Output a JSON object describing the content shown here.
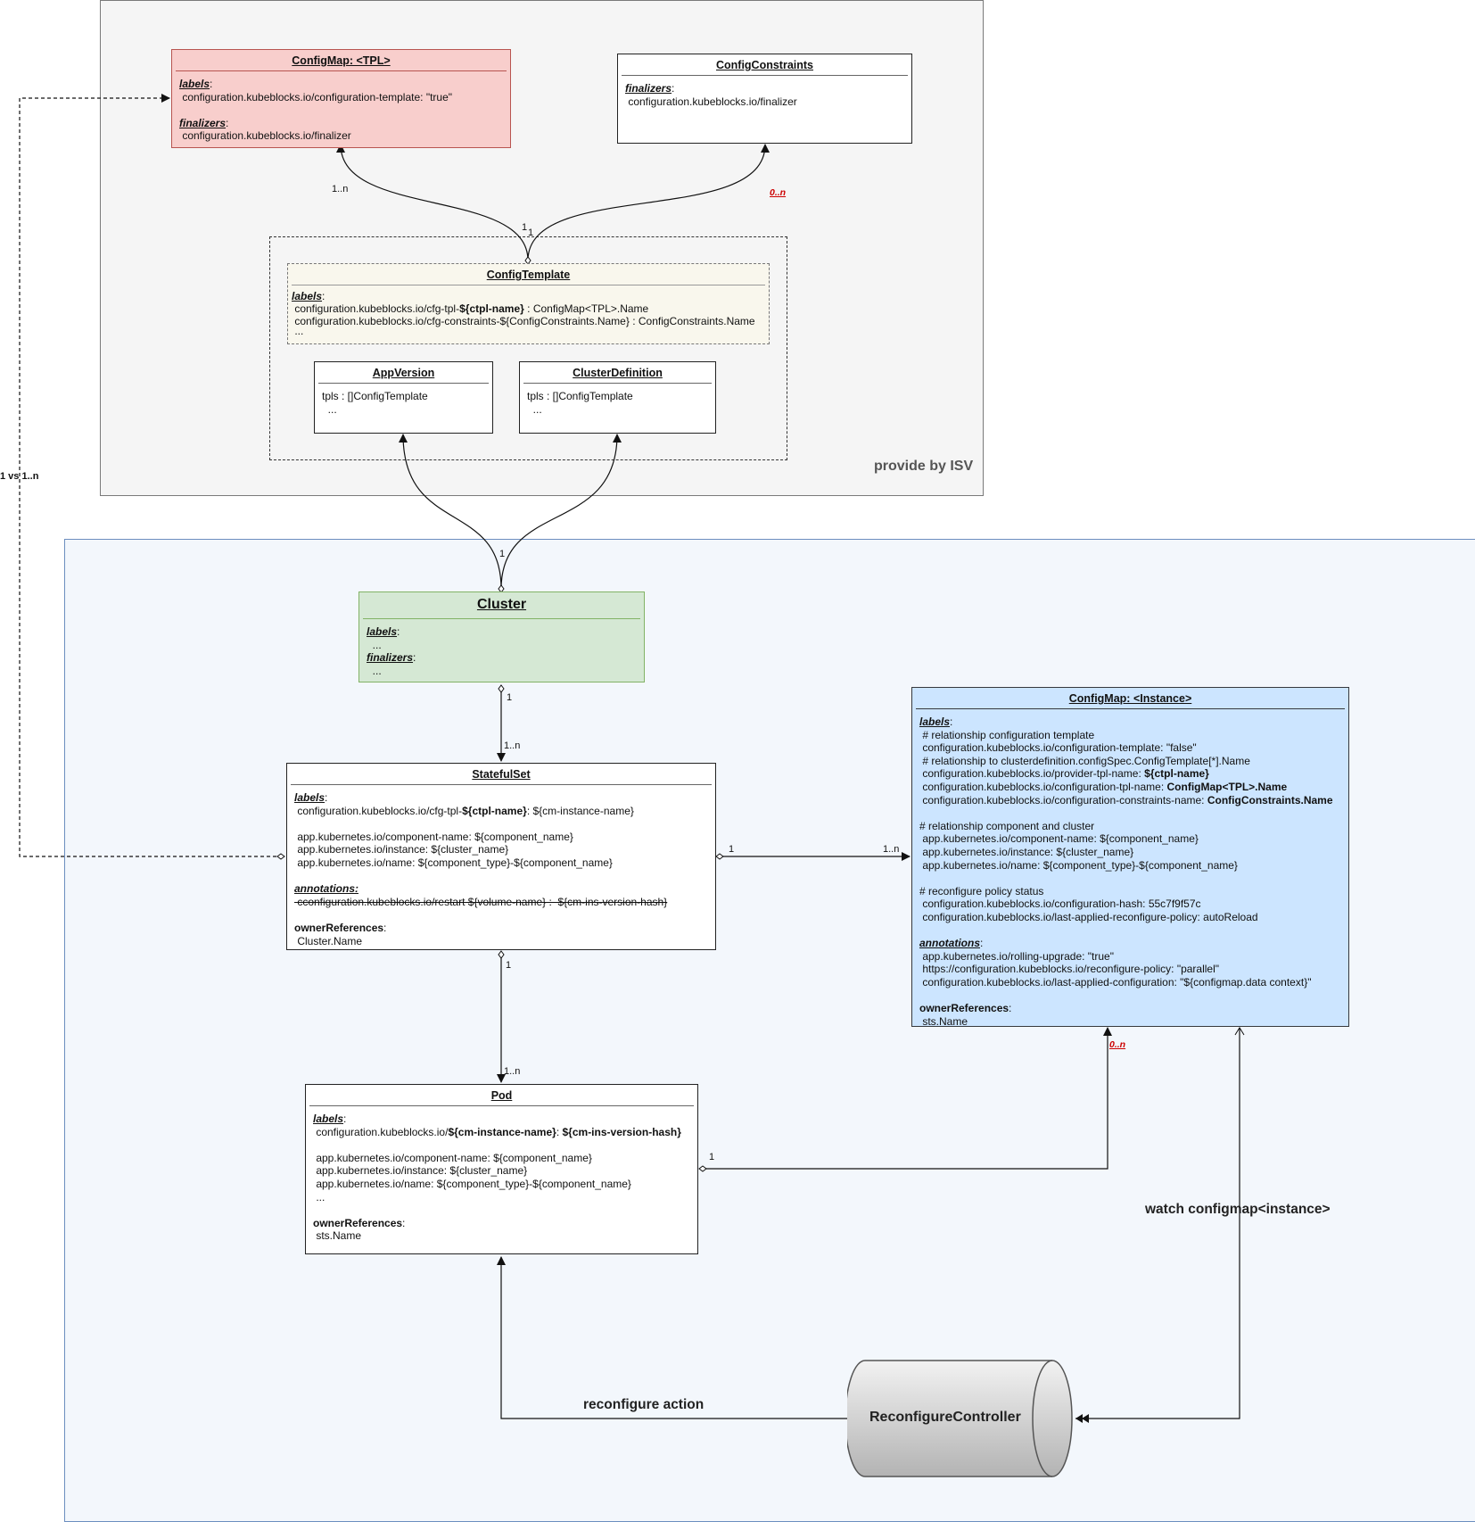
{
  "isv_region": {
    "label": "provide by ISV"
  },
  "config_map_tpl": {
    "title": "ConfigMap: <TPL>",
    "labels_key": "labels",
    "labels_line": " configuration.kubeblocks.io/configuration-template: \"true\"",
    "finalizers_key": "finalizers",
    "finalizers_line": " configuration.kubeblocks.io/finalizer"
  },
  "config_constraints": {
    "title": "ConfigConstraints ",
    "finalizers_key": "finalizers",
    "finalizers_line": " configuration.kubeblocks.io/finalizer"
  },
  "config_template": {
    "title": "ConfigTemplate",
    "labels_key": "labels",
    "line1_prefix": " configuration.kubeblocks.io/cfg-tpl-",
    "line1_bold": "${ctpl-name}",
    "line1_suffix": " : ConfigMap<TPL>.Name",
    "line2": " configuration.kubeblocks.io/cfg-constraints-${ConfigConstraints.Name} : ConfigConstraints.Name",
    "line3": " ..."
  },
  "app_version": {
    "title": "AppVersion",
    "line1": "tpls : []ConfigTemplate",
    "line2": "  ..."
  },
  "cluster_definition": {
    "title": "ClusterDefinition",
    "line1": "tpls : []ConfigTemplate",
    "line2": "  ..."
  },
  "cluster": {
    "title": "Cluster",
    "labels_key": "labels",
    "labels_line": "  ...",
    "finalizers_key": "finalizers",
    "finalizers_line": "  ..."
  },
  "statefulset": {
    "title": "StatefulSet",
    "labels_key": "labels",
    "l1_prefix": " configuration.kubeblocks.io/cfg-tpl-",
    "l1_bold": "${ctpl-name}",
    "l1_suffix": ": ${cm-instance-name}",
    "l2": " app.kubernetes.io/component-name: ${component_name}",
    "l3": " app.kubernetes.io/instance: ${cluster_name}",
    "l4": " app.kubernetes.io/name: ${component_type}-${component_name}",
    "annotations_key": "annotations:",
    "ann_line": " cconfiguration.kubeblocks.io/restart ${volume-name} :  ${cm-ins-version-hash}",
    "owner_key": "ownerReferences",
    "owner_line": " Cluster.Name"
  },
  "config_map_instance": {
    "title": "ConfigMap: <Instance>",
    "labels_key": "labels",
    "l1": " # relationship configuration template",
    "l2": " configuration.kubeblocks.io/configuration-template: \"false\"",
    "l3": " # relationship to clusterdefinition.configSpec.ConfigTemplate[*].Name",
    "l4_prefix": " configuration.kubeblocks.io/provider-tpl-name: ",
    "l4_bold": "${ctpl-name}",
    "l5_prefix": " configuration.kubeblocks.io/configuration-tpl-name: ",
    "l5_bold": "ConfigMap<TPL>.Name",
    "l6_prefix": " configuration.kubeblocks.io/configuration-constraints-name: ",
    "l6_bold": "ConfigConstraints.Name",
    "l7": "# relationship component and cluster",
    "l8": " app.kubernetes.io/component-name: ${component_name}",
    "l9": " app.kubernetes.io/instance: ${cluster_name}",
    "l10": " app.kubernetes.io/name: ${component_type}-${component_name}",
    "l11": "# reconfigure policy status",
    "l12": " configuration.kubeblocks.io/configuration-hash: 55c7f9f57c",
    "l13": " configuration.kubeblocks.io/last-applied-reconfigure-policy: autoReload",
    "annotations_key": "annotations",
    "a1": " app.kubernetes.io/rolling-upgrade: \"true\"",
    "a2": " https://configuration.kubeblocks.io/reconfigure-policy: \"parallel\"",
    "a3": " configuration.kubeblocks.io/last-applied-configuration: \"${configmap.data context}\"",
    "owner_key": "ownerReferences",
    "owner_line": " sts.Name"
  },
  "pod": {
    "title": "Pod",
    "labels_key": "labels",
    "l1_prefix": " configuration.kubeblocks.io/",
    "l1_bold_a": "${cm-instance-name}",
    "l1_mid": ": ",
    "l1_bold_b": "${cm-ins-version-hash}",
    "l2": " app.kubernetes.io/component-name: ${component_name}",
    "l3": " app.kubernetes.io/instance: ${cluster_name}",
    "l4": " app.kubernetes.io/name: ${component_type}-${component_name}",
    "l5": " ...",
    "owner_key": "ownerReferences",
    "owner_line": " sts.Name"
  },
  "controller": {
    "label": "ReconfigureController"
  },
  "edge_labels": {
    "tpl_many": "1..n",
    "ct_one_a": "1",
    "ct_one_b": "1",
    "constraints_many": "0..n",
    "cluster_one": "1",
    "sts_vs": "1 vs 1..n",
    "cluster_to_sts_one": "1",
    "cluster_to_sts_many": "1..n",
    "sts_to_cm_one": "1",
    "sts_to_cm_many": "1..n",
    "sts_to_pod_one": "1",
    "sts_to_pod_many": "1..n",
    "pod_to_cm_one": "1",
    "pod_to_cm_many": "0..n",
    "watch": "watch configmap<instance>",
    "reconfigure": "reconfigure action"
  },
  "colors": {
    "tpl_fill": "#f8cecc",
    "cluster_fill": "#d5e8d4",
    "instance_fill": "#cce5ff",
    "template_fill": "#f9f7ed",
    "k8s_region_fill": "#f3f7fc",
    "isv_region_fill": "#f5f5f5"
  }
}
